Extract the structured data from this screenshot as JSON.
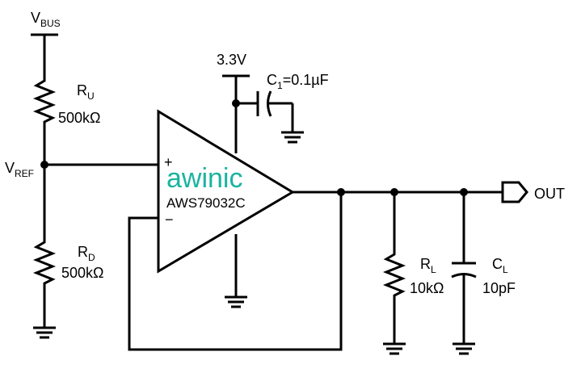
{
  "supply": {
    "vbus": {
      "main": "V",
      "sub": "BUS"
    },
    "vdd": "3.3V"
  },
  "reference": {
    "main": "V",
    "sub": "REF"
  },
  "resistors": {
    "ru": {
      "main": "R",
      "sub": "U",
      "value": "500kΩ"
    },
    "rd": {
      "main": "R",
      "sub": "D",
      "value": "500kΩ"
    },
    "rl": {
      "main": "R",
      "sub": "L",
      "value": "10kΩ"
    }
  },
  "capacitors": {
    "c1": {
      "main": "C",
      "sub": "1",
      "value": "=0.1µF"
    },
    "cl": {
      "main": "C",
      "sub": "L",
      "value": "10pF"
    }
  },
  "opamp": {
    "brand": "awinic",
    "part_number": "AWS79032C",
    "plus_pin": "+",
    "minus_pin": "−"
  },
  "output": {
    "label": "OUT"
  },
  "colors": {
    "brand": "#1bb3a0",
    "wire": "#000000"
  }
}
